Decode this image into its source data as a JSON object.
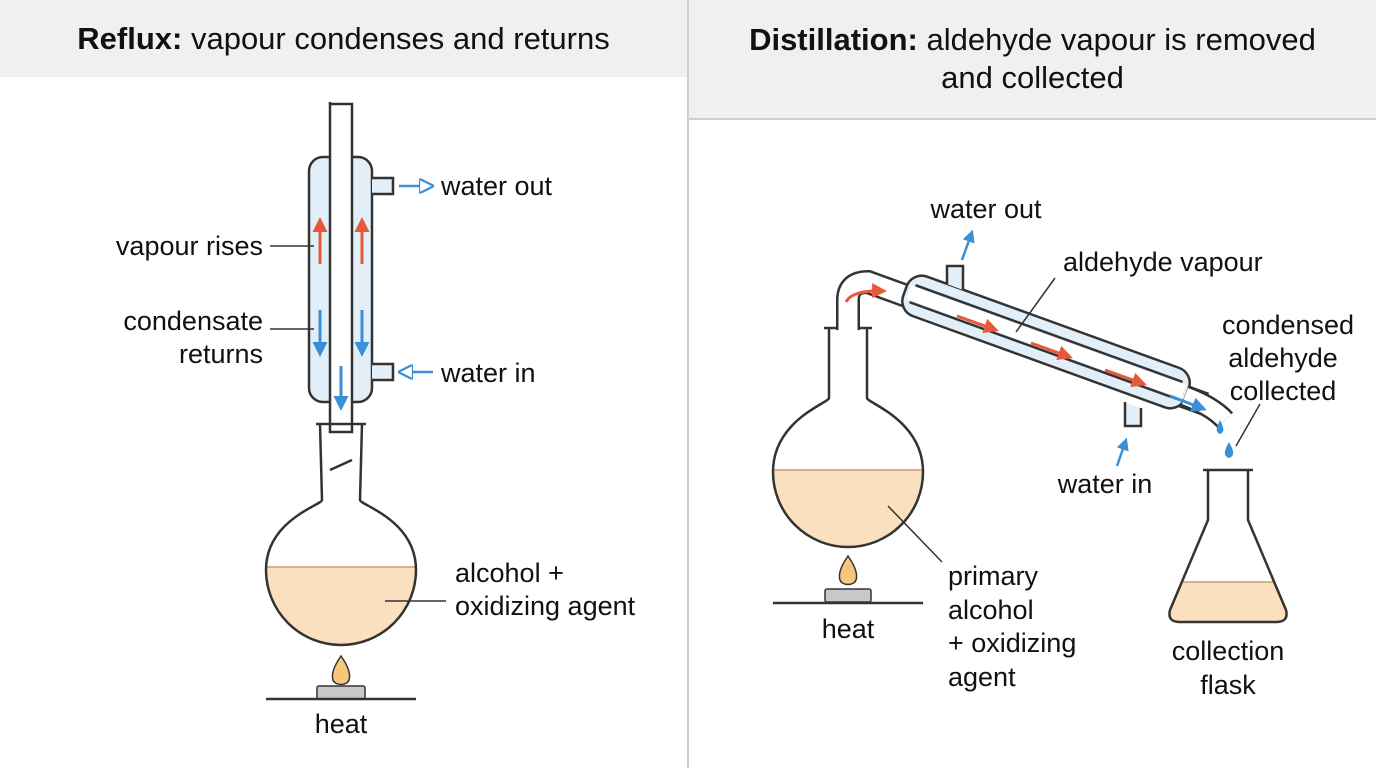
{
  "colors": {
    "glass": "#333333",
    "jacket_fill": "#e2eef8",
    "liquid": "#fbe0c0",
    "flame": "#f6c77a",
    "vapour_arrow": "#e8583a",
    "water_arrow": "#3a8fd6",
    "header_bg": "#f0f0f0"
  },
  "reflux": {
    "title_bold": "Reflux:",
    "title_rest": " vapour condenses and returns",
    "labels": {
      "water_out": "water out",
      "water_in": "water in",
      "vapour_rises": "vapour rises",
      "condensate_line1": "condensate",
      "condensate_line2": "returns",
      "mixture_line1": "alcohol +",
      "mixture_line2": "oxidizing agent",
      "heat": "heat"
    }
  },
  "distillation": {
    "title_bold": "Distillation:",
    "title_rest": " aldehyde vapour is removed",
    "title_line2": "and collected",
    "labels": {
      "water_out": "water out",
      "aldehyde_vapour": "aldehyde vapour",
      "condensed_line1": "condensed",
      "condensed_line2": "aldehyde",
      "condensed_line3": "collected",
      "water_in": "water in",
      "heat": "heat",
      "mixture_line1": "primary",
      "mixture_line2": "alcohol",
      "mixture_line3": "+ oxidizing",
      "mixture_line4": "agent",
      "flask_line1": "collection",
      "flask_line2": "flask"
    }
  }
}
